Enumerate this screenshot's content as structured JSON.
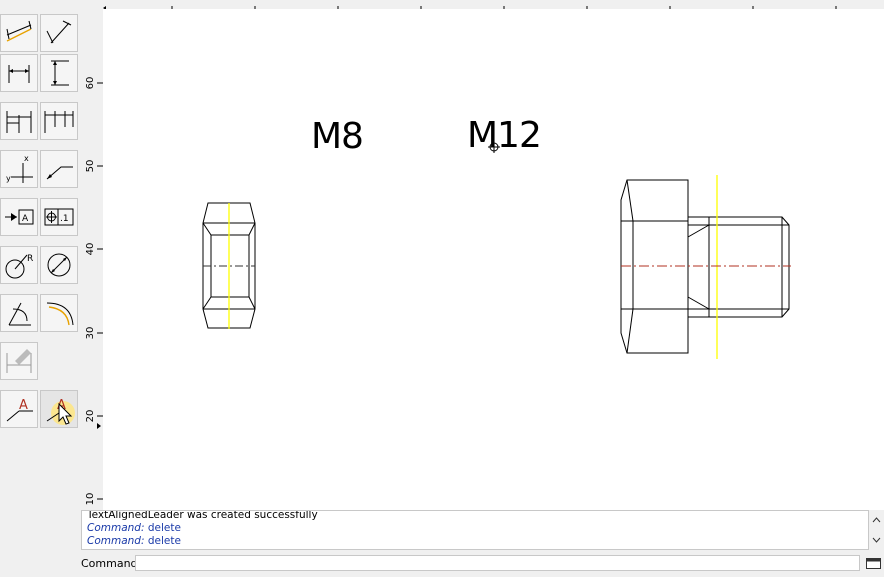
{
  "toolbar": {
    "tools": [
      {
        "name": "dim-aligned",
        "col": 0,
        "row": 0
      },
      {
        "name": "dim-angular-leader",
        "col": 1,
        "row": 0
      },
      {
        "name": "dim-horizontal",
        "col": 0,
        "row": 1
      },
      {
        "name": "dim-vertical",
        "col": 1,
        "row": 1
      },
      {
        "name": "dim-baseline",
        "col": 0,
        "row": 2
      },
      {
        "name": "dim-continue",
        "col": 1,
        "row": 2
      },
      {
        "name": "dim-ordinate",
        "col": 0,
        "row": 3
      },
      {
        "name": "dim-leader",
        "col": 1,
        "row": 3
      },
      {
        "name": "datum-feature",
        "col": 0,
        "row": 4
      },
      {
        "name": "tolerance-frame",
        "col": 1,
        "row": 4
      },
      {
        "name": "dim-radial",
        "col": 0,
        "row": 5
      },
      {
        "name": "dim-diametric",
        "col": 1,
        "row": 5
      },
      {
        "name": "dim-angular",
        "col": 0,
        "row": 6
      },
      {
        "name": "dim-arc",
        "col": 1,
        "row": 6
      },
      {
        "name": "dim-edit",
        "col": 0,
        "row": 7
      },
      {
        "name": "text-leader",
        "col": 0,
        "row": 8
      },
      {
        "name": "text-aligned-leader",
        "col": 1,
        "row": 8
      }
    ],
    "icon_glyphs": {
      "text_a": "A",
      "ordinate_x": "x",
      "ordinate_y": "y",
      "radial_r": "R",
      "datum_a": "A",
      "tol_value": ".1"
    }
  },
  "ruler": {
    "vertical_ticks": [
      "60",
      "50",
      "40",
      "30",
      "20",
      "10"
    ]
  },
  "drawing": {
    "labels": [
      {
        "id": "m8",
        "text": "M8"
      },
      {
        "id": "m12",
        "text": "M12"
      }
    ],
    "colors": {
      "outline": "#000000",
      "centerline_yellow": "#ffff00",
      "axis_dashdot_dark": "#333333",
      "axis_dashdot_red": "#b03020"
    }
  },
  "console": {
    "lines": [
      {
        "plain": "TextAlignedLeader was created successfully"
      },
      {
        "keyword": "Command:",
        "arg": "delete"
      },
      {
        "keyword": "Command:",
        "arg": "delete"
      }
    ],
    "scroll_up": "^",
    "scroll_down": "v"
  },
  "command_bar": {
    "label": "Command:",
    "value": ""
  }
}
